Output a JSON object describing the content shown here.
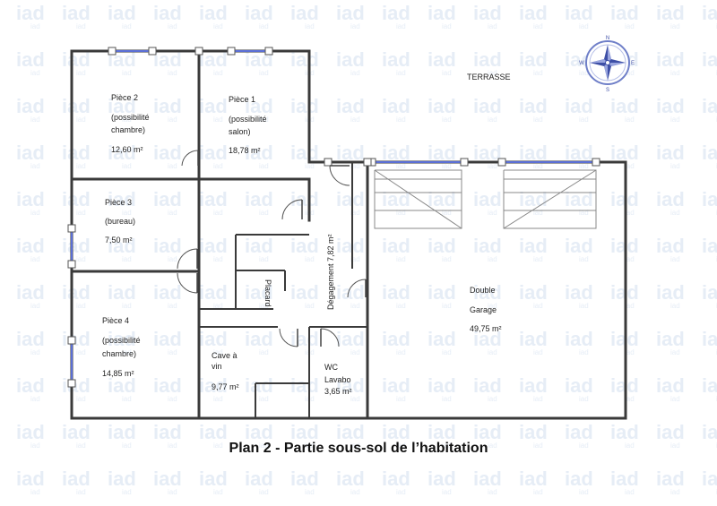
{
  "plan_title": "Plan  2  -  Partie sous-sol de l’habitation",
  "watermark": {
    "logo_text": "iad",
    "sub_text": "iad"
  },
  "compass": {
    "label_n": "N",
    "label_s": "S",
    "label_e": "E",
    "label_w": "W"
  },
  "rooms": {
    "piece2": {
      "l1": "Pièce 2",
      "l2": "(possibilité",
      "l3": "chambre)",
      "l4": "12,60 m²"
    },
    "piece1": {
      "l1": "Pièce 1",
      "l2": "(possibilité",
      "l3": "salon)",
      "l4": "18,78 m²"
    },
    "piece3": {
      "l1": "Pièce 3",
      "l2": "(bureau)",
      "l3": "7,50 m²"
    },
    "piece4": {
      "l1": "Pièce 4",
      "l2": "(possibilité",
      "l3": "chambre)",
      "l4": "14,85 m²"
    },
    "placard": "Placard",
    "degagement": "Dégagement  7,82 m²",
    "cave": {
      "l1": "Cave à",
      "l2": "vin",
      "l3": "9,77 m²"
    },
    "wc": {
      "l1": "WC",
      "l2": "Lavabo",
      "l3": "3,65 m²"
    },
    "garage": {
      "l1": "Double",
      "l2": "Garage",
      "l3": "49,75 m²"
    },
    "terrasse": "TERRASSE"
  }
}
